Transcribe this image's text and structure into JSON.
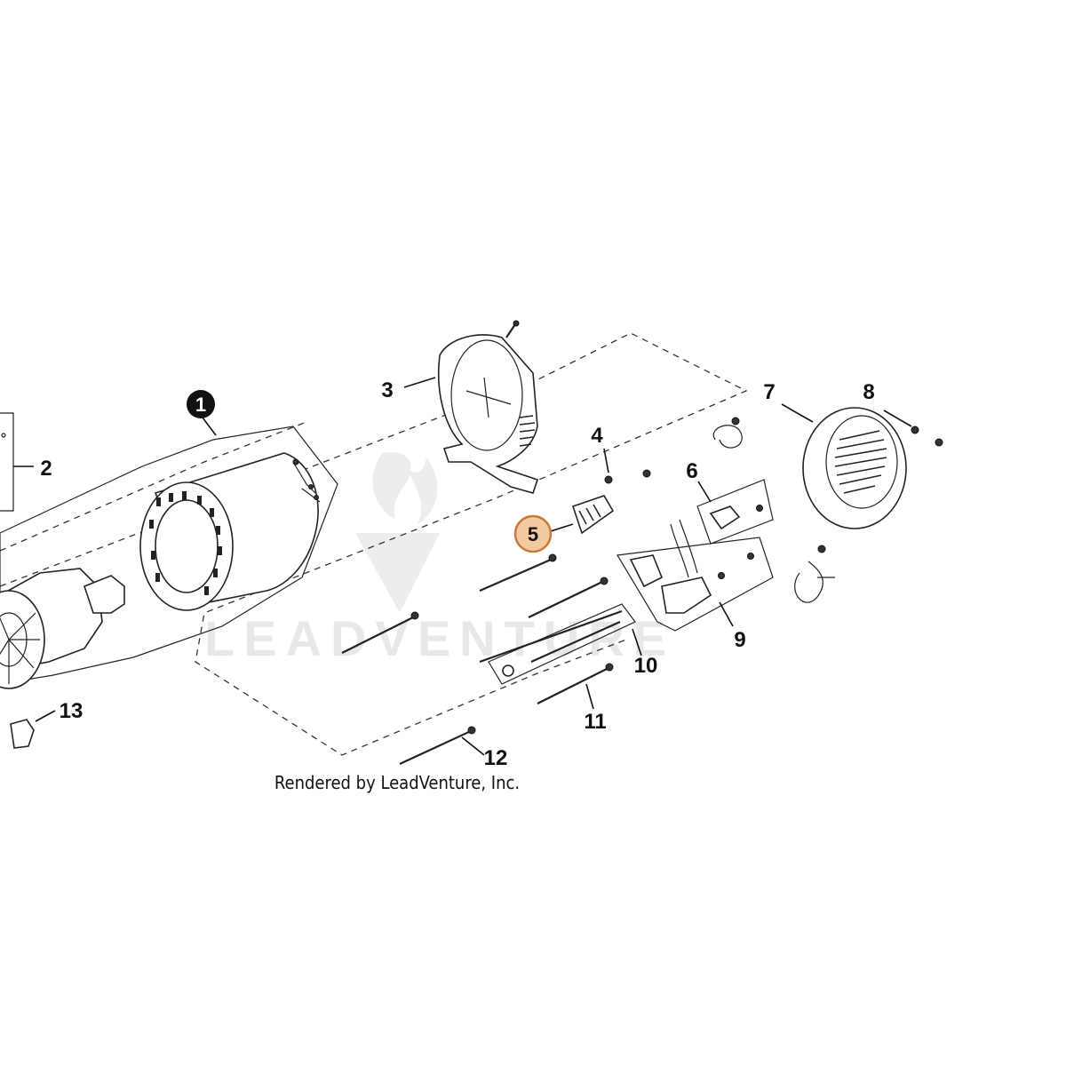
{
  "diagram": {
    "callouts": [
      {
        "id": "1",
        "text": "1",
        "style": "filled"
      },
      {
        "id": "2",
        "text": "2"
      },
      {
        "id": "3",
        "text": "3"
      },
      {
        "id": "4",
        "text": "4"
      },
      {
        "id": "5",
        "text": "5",
        "style": "highlighted"
      },
      {
        "id": "6",
        "text": "6"
      },
      {
        "id": "7",
        "text": "7"
      },
      {
        "id": "8",
        "text": "8"
      },
      {
        "id": "9",
        "text": "9"
      },
      {
        "id": "10",
        "text": "10"
      },
      {
        "id": "11",
        "text": "11"
      },
      {
        "id": "12",
        "text": "12"
      },
      {
        "id": "13",
        "text": "13"
      }
    ],
    "credit": "Rendered by LeadVenture, Inc.",
    "watermark": "LEADVENTURE",
    "colors": {
      "highlight_fill": "#f2c9a0",
      "highlight_stroke": "#c47a3a",
      "filled_badge": "#111111",
      "line": "#222222"
    }
  }
}
